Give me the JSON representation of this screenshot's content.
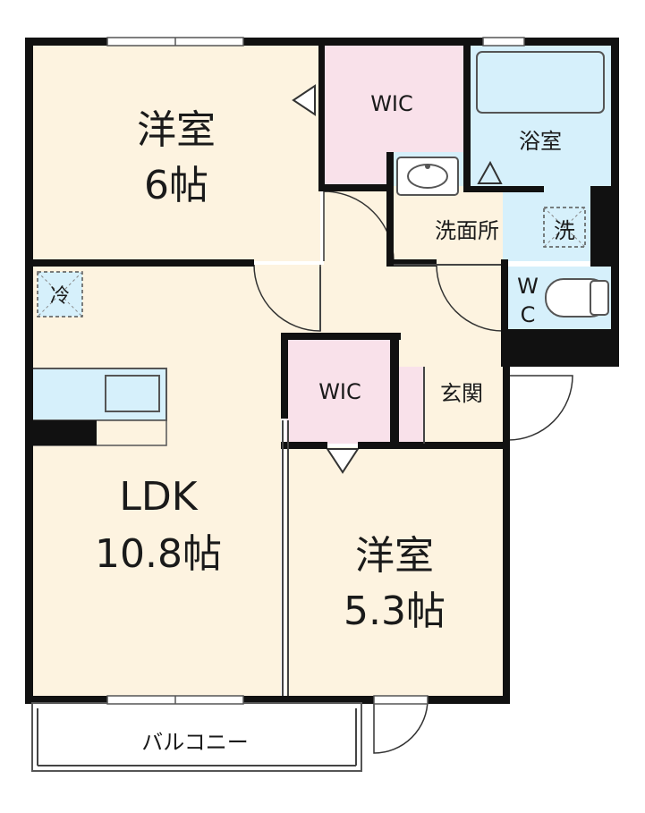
{
  "rooms": {
    "western_room_1": {
      "name": "洋室",
      "size": "6帖"
    },
    "wic_1": {
      "label": "WIC"
    },
    "bathroom": {
      "label": "浴室"
    },
    "washroom": {
      "label": "洗面所"
    },
    "washer": {
      "label": "洗"
    },
    "toilet": {
      "line1": "W",
      "line2": "C"
    },
    "fridge": {
      "label": "冷"
    },
    "ldk": {
      "name": "LDK",
      "size": "10.8帖"
    },
    "wic_2": {
      "label": "WIC"
    },
    "entrance": {
      "label": "玄関"
    },
    "western_room_2": {
      "name": "洋室",
      "size": "5.3帖"
    },
    "balcony": {
      "label": "バルコニー"
    }
  },
  "colors": {
    "room_floor": "#fdf3e0",
    "wic_floor": "#f9e1ea",
    "water_area": "#d6f0fb",
    "wall": "#111111",
    "outline": "#333333"
  }
}
